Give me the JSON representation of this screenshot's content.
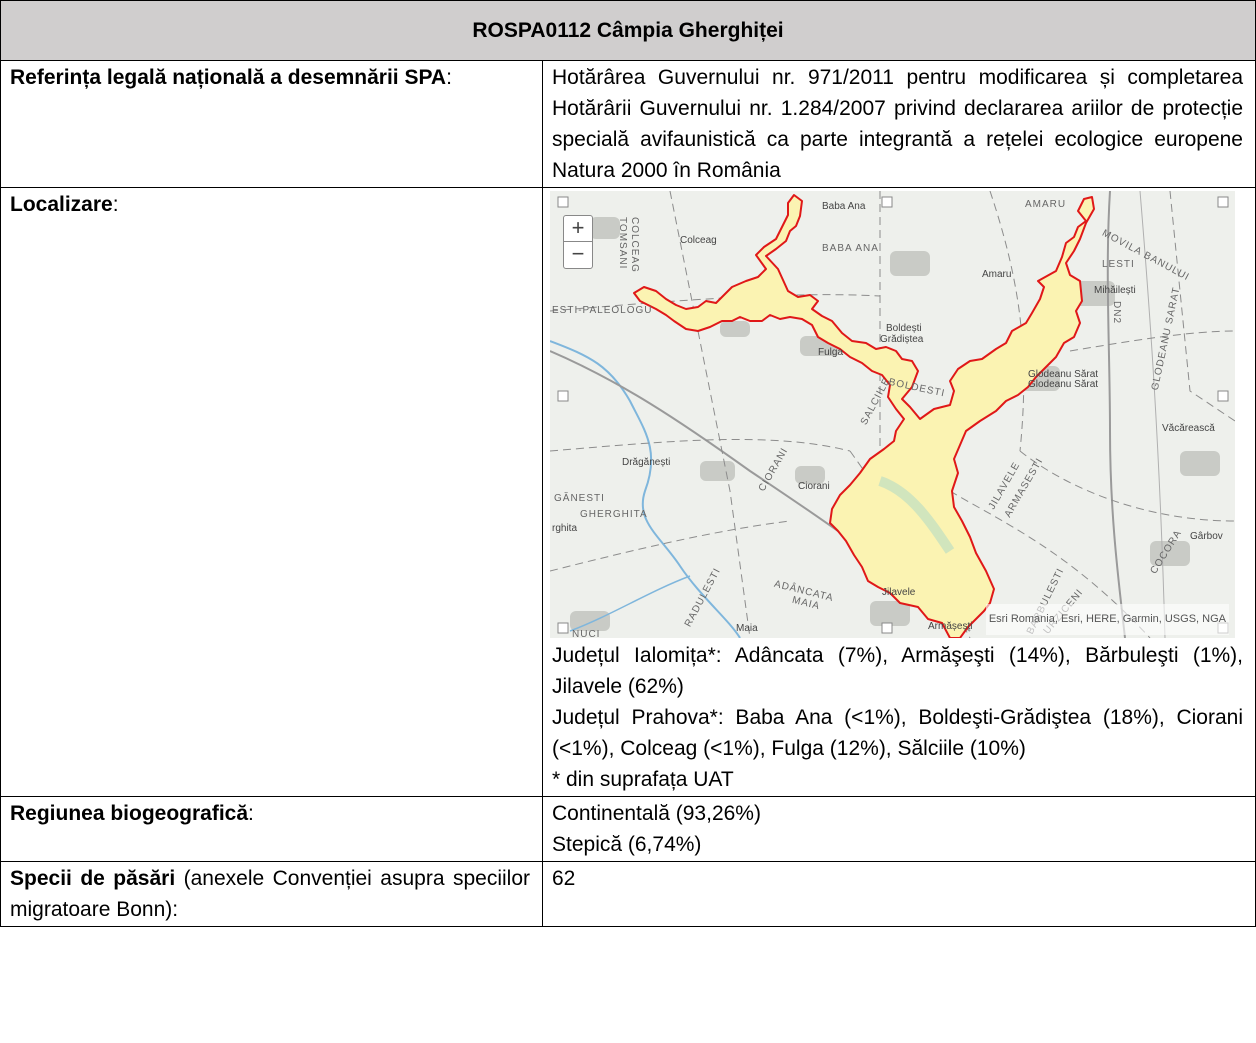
{
  "title": "ROSPA0112 Câmpia Gherghiței",
  "rows": {
    "legal_ref": {
      "label_bold": "Referința legală națională a desemnării SPA",
      "label_suffix": ":",
      "value": "Hotărârea Guvernului nr. 971/2011 pentru modificarea și completarea Hotărârii Guvernului nr. 1.284/2007 privind declararea ariilor de protecție specială avifaunistică ca parte integrantă a rețelei ecologice europene Natura 2000 în România"
    },
    "location": {
      "label_bold": "Localizare",
      "label_suffix": ":",
      "ialomita": "Județul Ialomița*: Adâncata (7%), Armăşeşti (14%), Bărbuleşti (1%), Jilavele (62%)",
      "prahova": "Județul Prahova*: Baba Ana (<1%), Boldeşti-Grădiştea (18%), Ciorani (<1%), Colceag (<1%), Fulga (12%), Sălciile (10%)",
      "footnote": "* din suprafața UAT"
    },
    "biogeo": {
      "label_bold": "Regiunea biogeografică",
      "label_suffix": ":",
      "value1": "Continentală (93,26%)",
      "value2": "Stepică (6,74%)"
    },
    "birds": {
      "label_bold": "Specii de păsări",
      "label_rest": " (anexele Convenției asupra speciilor migratoare Bonn):",
      "value": "62"
    }
  },
  "map": {
    "zoom_in": "+",
    "zoom_out": "−",
    "attribution": "Esri Romania, Esri, HERE, Garmin, USGS, NGA",
    "labels": {
      "baba_ana_top": "Baba Ana",
      "amaru_top": "AMARU",
      "colceag_vertical": "COLCEAG",
      "tomsani": "TOMSANI",
      "colceag": "Colceag",
      "baba_ana_road": "BABA ANA",
      "amaru": "Amaru",
      "movila": "MOVILA BANULUI",
      "lesti": "LESTI",
      "mihailesti": "Mihăilești",
      "paleologu": "ESTI-PALEOLOGU",
      "boldesti": "Boldești",
      "gradistea": "Grădiștea",
      "fulga": "Fulga",
      "boldesti_road": "BOLDESTI",
      "glodeanu1": "Glodeanu Sărat",
      "glodeanu2": "Glodeanu Sărat",
      "dn2": "DN2",
      "glodeanu_sarat_road": "GLODEANU SARAT",
      "vacareasca": "Văcărească",
      "salciile": "SALCIILE",
      "dragnesti": "Drăgănești",
      "ciorani_road": "CIORANI",
      "ciorani": "Ciorani",
      "ganesti": "GĂNESTI",
      "gherghita": "GHERGHITA",
      "gherghita_town": "rghita",
      "jilavele_road": "JILAVELE",
      "armasesti_road": "ARMASESTI",
      "garbov": "Gârbov",
      "adancata": "ADÂNCATA",
      "maia_road": "MAIA",
      "jilavele": "Jilavele",
      "radulesti": "RADULESTI",
      "maia": "Maia",
      "armasesti": "Armășești",
      "barbulesti": "BARBULESTI",
      "urziceni": "URZICENI",
      "nuci": "NUCI",
      "cocora": "COCORA"
    }
  }
}
